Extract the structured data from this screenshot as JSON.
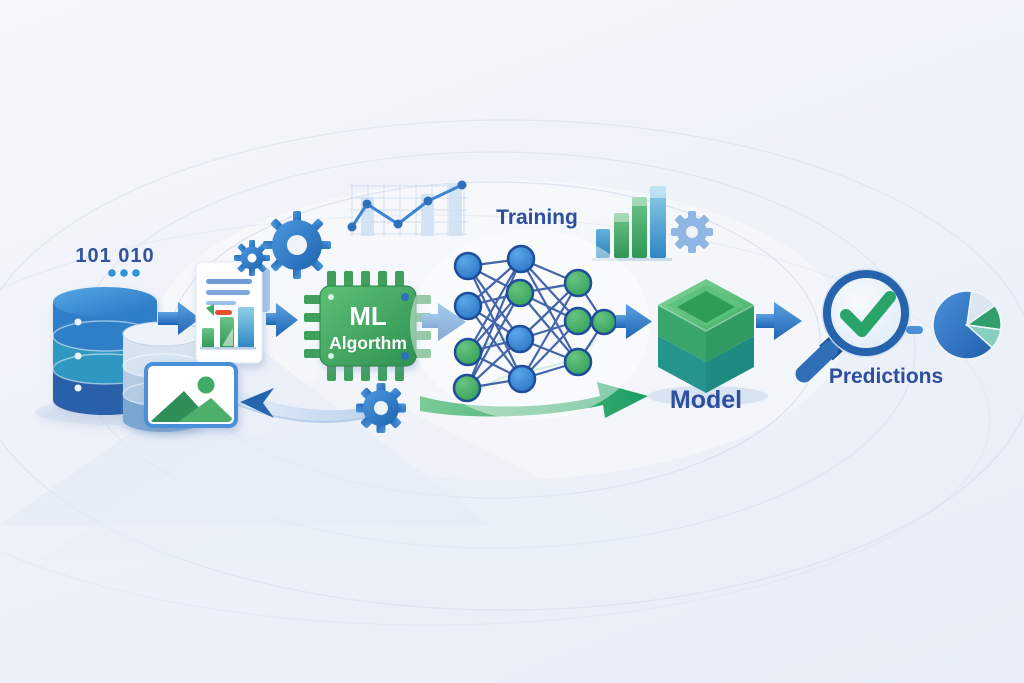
{
  "scene": {
    "title": "Machine learning pipeline illustration",
    "labels": {
      "binary": "101 010",
      "training": "Training",
      "chip_line1": "ML",
      "chip_line2": "Algorthm",
      "model": "Model",
      "predictions": "Predictions"
    },
    "pipeline_flow": [
      "Data",
      "ML Algorthm",
      "Training",
      "Model",
      "Predictions"
    ],
    "icons": [
      "database-icon",
      "binary-digits",
      "document-chart-icon",
      "image-icon",
      "gear-icon",
      "chip-icon",
      "line-chart-icon",
      "bar-chart-icon",
      "neural-network-icon",
      "cube-model-icon",
      "magnifier-check-icon",
      "pie-chart-icon",
      "flow-arrow",
      "green-training-arrow",
      "ribbon-arrow",
      "swoosh-band"
    ],
    "colors": {
      "background": "#eef2f9",
      "primary_blue": "#2e7dc9",
      "dark_blue": "#1d4d9b",
      "text_blue": "#2d4f9e",
      "green": "#3fae62",
      "teal": "#27968f",
      "red_accent": "#e8502e",
      "light_blue": "#8fb6e3"
    }
  }
}
